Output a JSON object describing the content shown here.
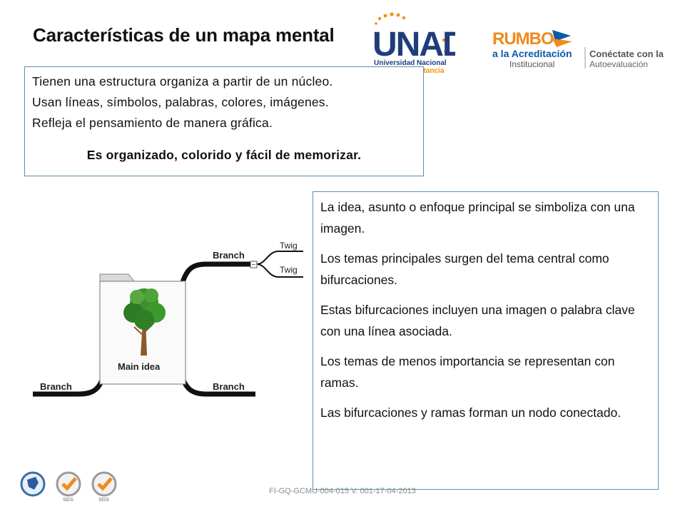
{
  "slide": {
    "title": "Características de un mapa mental",
    "footer": "FI-GQ-GCMU-004-015  V. 001-17-04-2013"
  },
  "box_top": {
    "lines": [
      "Tienen una estructura organiza a partir de un núcleo.",
      "Usan líneas, símbolos, palabras, colores, imágenes.",
      "Refleja el pensamiento de manera gráfica."
    ],
    "bold_line": "Es organizado, colorido y fácil de memorizar."
  },
  "box_right": {
    "paragraphs": [
      "La idea, asunto o enfoque principal se simboliza con una imagen.",
      "Los temas principales surgen del tema central como bifurcaciones.",
      "Estas bifurcaciones incluyen una imagen o palabra clave con una línea asociada.",
      "Los temas de menos importancia se representan con ramas.",
      "Las bifurcaciones y ramas forman un nodo conectado."
    ]
  },
  "mindmap": {
    "main_label": "Main idea",
    "branch_top": "Branch",
    "branch_left": "Branch",
    "branch_right": "Branch",
    "twig_1": "Twig",
    "twig_2": "Twig",
    "collapse_symbol": "−"
  },
  "logos": {
    "unad_mark": "UNAD",
    "unad_line1": "Universidad Nacional",
    "unad_line2": "Abierta y a Distancia",
    "rumbo_mark": "RUMBO",
    "rumbo_line1": "a la Acreditación",
    "rumbo_line2": "Institucional",
    "rumbo_tag1": "Conéctate con la",
    "rumbo_tag2": "Autoevaluación",
    "sgs_label": "SGS"
  },
  "colors": {
    "box_border": "#5a8fb0",
    "unad_blue": "#1f3d7a",
    "unad_orange": "#f29100",
    "rumbo_orange": "#f08a1c",
    "rumbo_blue": "#0b5aa8"
  }
}
